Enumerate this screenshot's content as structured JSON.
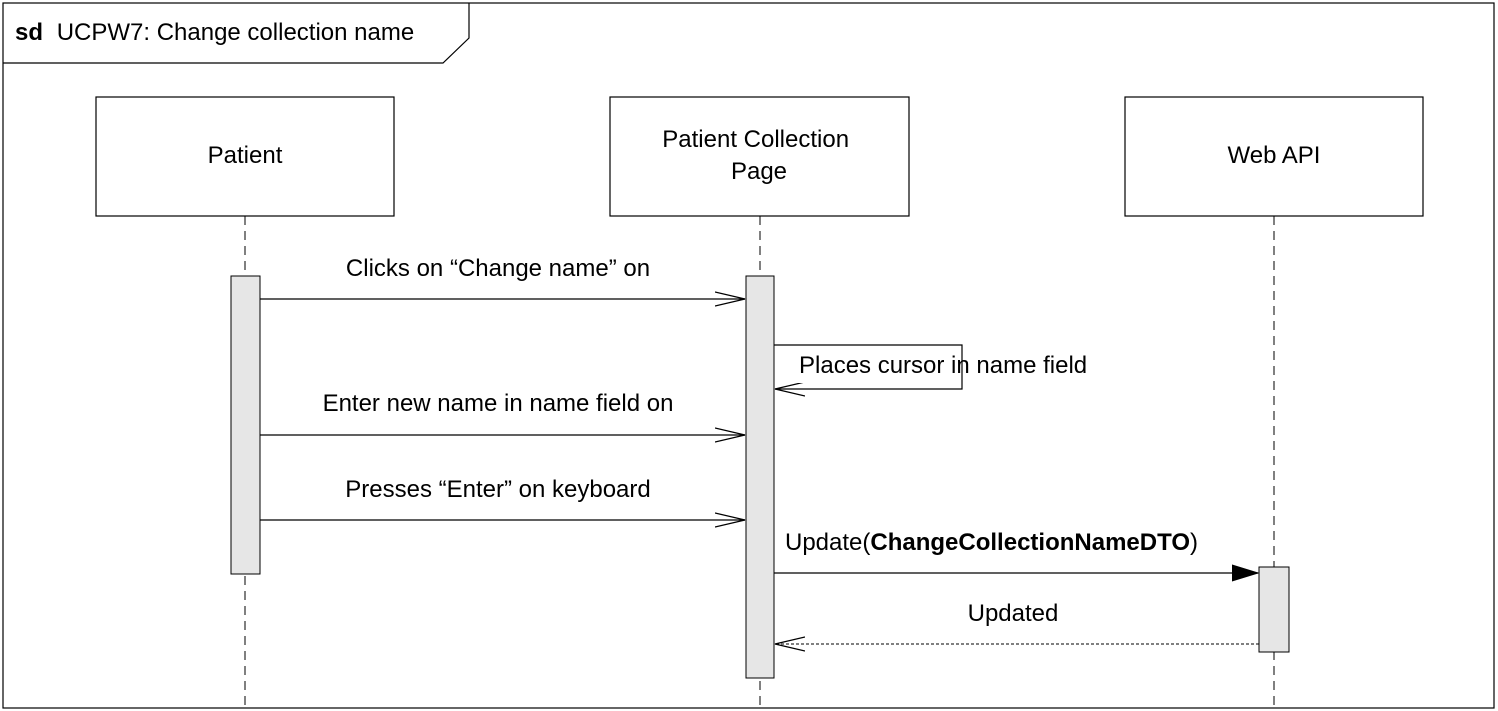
{
  "frame": {
    "keyword": "sd",
    "name": "UCPW7: Change collection name"
  },
  "lifelines": [
    {
      "id": "patient",
      "lines": [
        "Patient"
      ]
    },
    {
      "id": "page",
      "lines": [
        "Patient Collection",
        "Page"
      ]
    },
    {
      "id": "api",
      "lines": [
        "Web API"
      ]
    }
  ],
  "messages": [
    {
      "id": "m1",
      "text": "Clicks on “Change name” on",
      "kind": "async"
    },
    {
      "id": "m2",
      "text": "Places cursor in name field",
      "kind": "self"
    },
    {
      "id": "m3",
      "text": "Enter new name in name field on",
      "kind": "async"
    },
    {
      "id": "m4",
      "text": "Presses “Enter” on keyboard",
      "kind": "async"
    },
    {
      "id": "m5",
      "prefix": "Update(",
      "bold": "ChangeCollectionNameDTO",
      "suffix": ")",
      "kind": "sync"
    },
    {
      "id": "m6",
      "text": "Updated",
      "kind": "return"
    }
  ],
  "colors": {
    "stroke": "#000000",
    "activation_fill": "#e6e6e6",
    "background": "#ffffff"
  }
}
